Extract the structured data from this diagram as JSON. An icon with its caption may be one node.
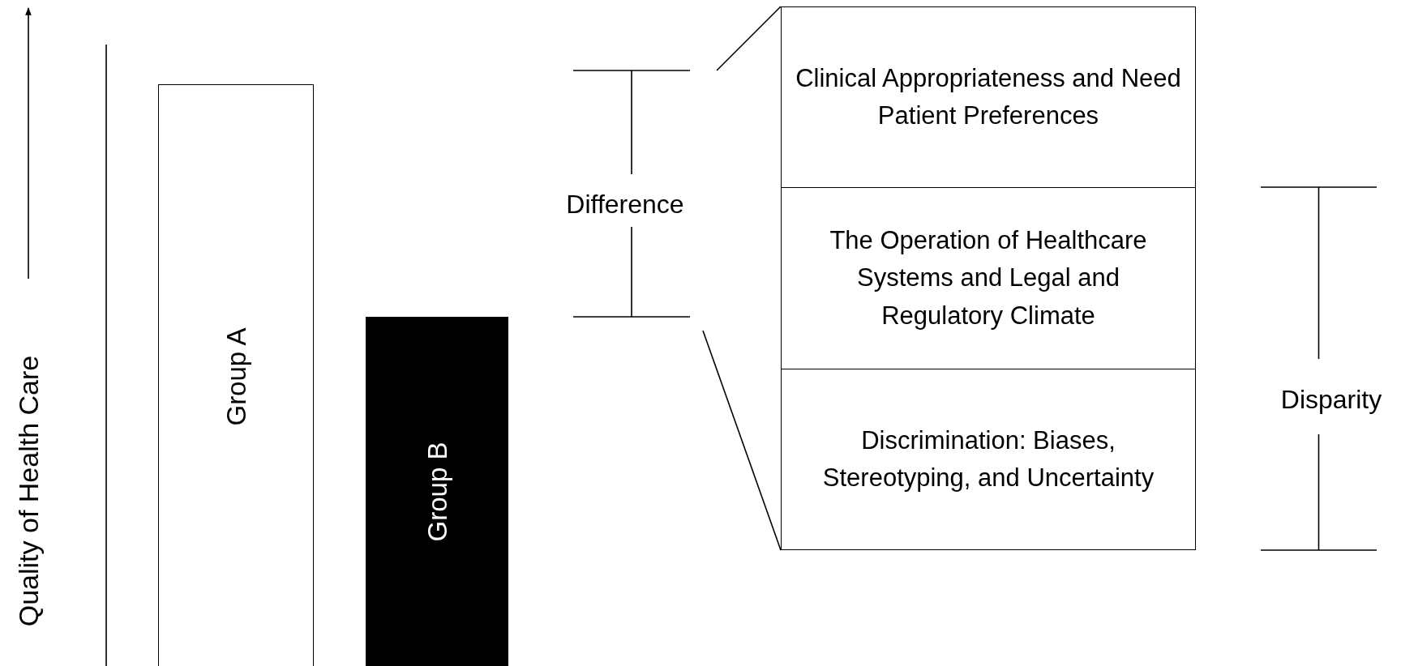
{
  "diagram": {
    "nodes": [
      {
        "text": [
          "Group A"
        ]
      },
      {
        "text": [
          "Group B"
        ]
      },
      {
        "text": [
          "Clinical Appropriateness and Need",
          "Patient Preferences"
        ]
      },
      {
        "text": [
          "The Operation of Healthcare Systems and Legal and Regulatory Climate"
        ]
      },
      {
        "text": [
          "Discrimination: Biases, Stereotyping, and Uncertainty"
        ]
      }
    ],
    "edges": [],
    "labels": [
      "Quality of Health Care",
      "Difference",
      "Disparity"
    ]
  }
}
